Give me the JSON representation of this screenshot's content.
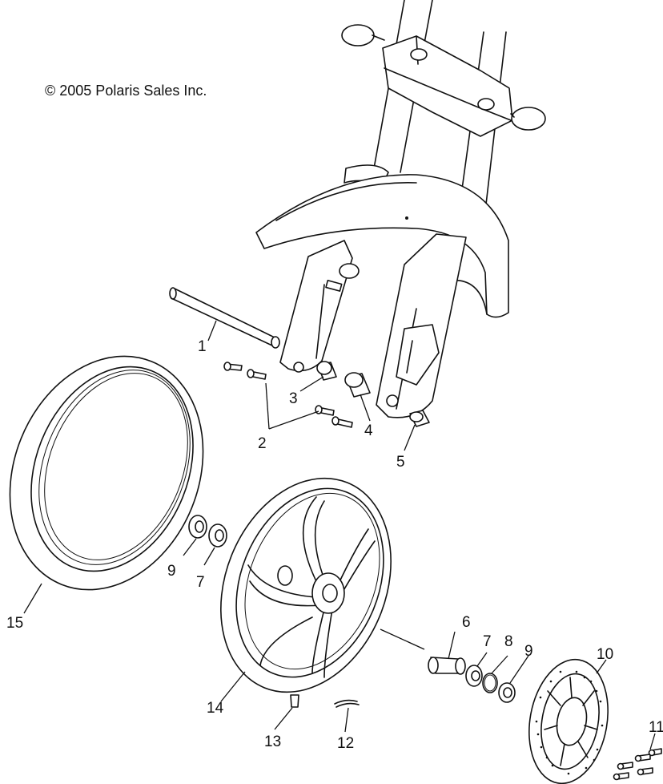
{
  "copyright": "© 2005 Polaris Sales Inc.",
  "callouts": [
    "1",
    "2",
    "3",
    "4",
    "5",
    "6",
    "7",
    "8",
    "9",
    "9",
    "7",
    "10",
    "11",
    "12",
    "13",
    "14",
    "15"
  ]
}
